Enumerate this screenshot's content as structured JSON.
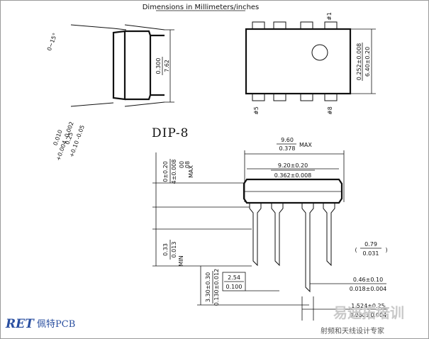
{
  "title": "Dimensions in Millimeters/inches",
  "package": "DIP-8",
  "side_view": {
    "angle": "0~15°",
    "width_mm": "7.62",
    "width_in": "0.300",
    "lead_mm": "0.25",
    "lead_mm_tol": "+0.10 -0.05",
    "lead_in": "0.010",
    "lead_in_tol": "+0.004 -0.002"
  },
  "top_view": {
    "pin1_label": "#1",
    "pin5_label": "#5",
    "pin8_label": "#8",
    "body_width_mm": "6.40±0.20",
    "body_width_in": "0.252±0.008"
  },
  "front_view": {
    "max_length_mm": "9.60",
    "max_length_in": "0.378",
    "max_label": "MAX",
    "body_length_mm": "9.20±0.20",
    "body_length_in": "0.362±0.008",
    "height_max_mm": "08",
    "height_max_in": "00",
    "height_max_label": "MAX",
    "standoff_mm": "0±0.20",
    "standoff_in": "4±0.008",
    "min_mm": "0.33",
    "min_in": "0.013",
    "min_label": "MIN",
    "lead_len_mm": "3.30±0.30",
    "lead_len_in": "0.130±0.012",
    "pitch_mm": "2.54",
    "pitch_in": "0.100",
    "shoulder_mm": "0.79",
    "shoulder_in": "0.031",
    "lead_w_mm": "0.46±0.10",
    "lead_w_in": "0.018±0.004",
    "lead_wide_mm": "1.524±0.25",
    "lead_wide_in": "0.060±0.004"
  },
  "logo": {
    "mark": "RET",
    "text": "佩特PCB",
    "color": "#2a4fa0"
  },
  "watermark": {
    "line1": "易迪拓培训",
    "line2": "射频和天线设计专家"
  }
}
